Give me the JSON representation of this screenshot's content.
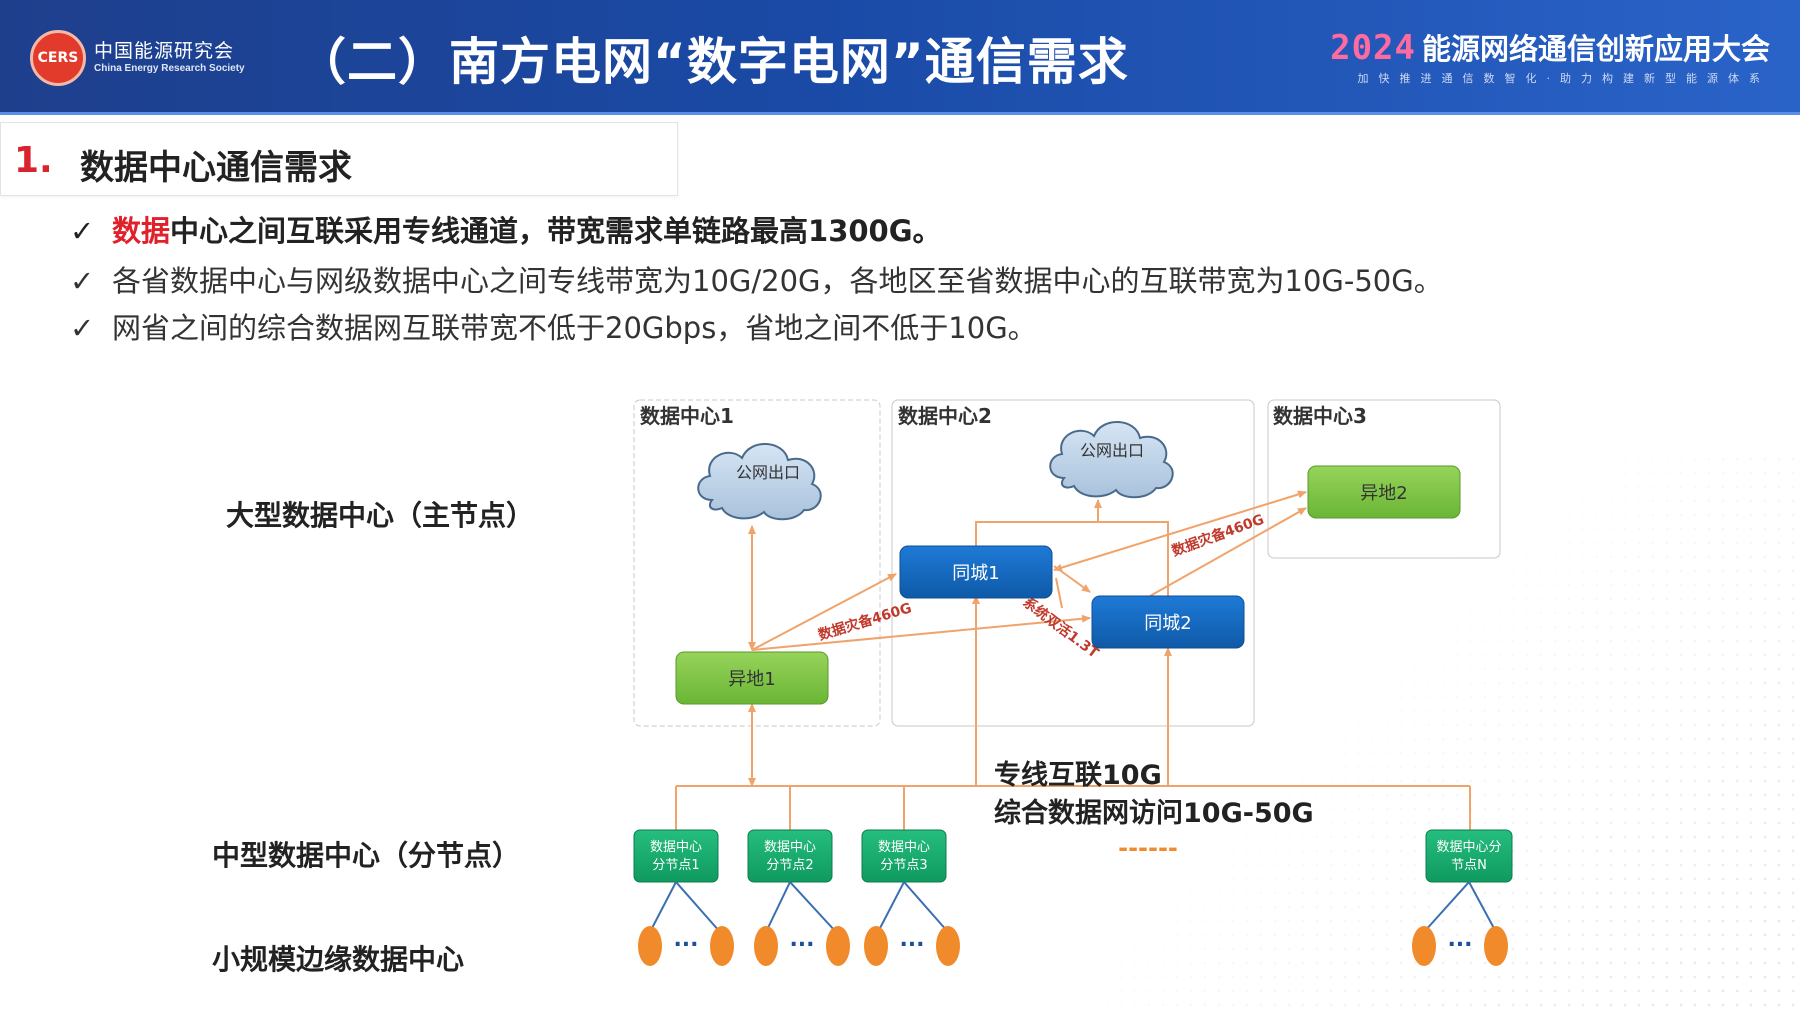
{
  "header": {
    "logo_badge": "CERS",
    "logo_cn": "中国能源研究会",
    "logo_en": "China Energy Research Society",
    "title": "（二）南方电网“数字电网”通信需求",
    "conf_year": "2024",
    "conf_name": "能源网络通信创新应用大会",
    "conf_sub": "加快推进通信数智化·助力构建新型能源体系"
  },
  "section": {
    "number": "1.",
    "title": "数据中心通信需求"
  },
  "bullets": {
    "check": "✓",
    "b1_red": "数据",
    "b1_rest": "中心之间互联采用专线通道，带宽需求单链路最高1300G。",
    "b2": "各省数据中心与网级数据中心之间专线带宽为10G/20G，各地区至省数据中心的互联带宽为10G-50G。",
    "b3": "网省之间的综合数据网互联带宽不低于20Gbps，省地之间不低于10G。"
  },
  "row_labels": {
    "large": "大型数据中心（主节点）",
    "medium": "中型数据中心（分节点）",
    "small": "小规模边缘数据中心"
  },
  "diagram": {
    "dc1_label": "数据中心1",
    "dc2_label": "数据中心2",
    "dc3_label": "数据中心3",
    "cloud_label": "公网出口",
    "tongcheng1": "同城1",
    "tongcheng2": "同城2",
    "yidi1": "异地1",
    "yidi2": "异地2",
    "link_backup": "数据灾备460G",
    "link_sync": "系统双活1.3T",
    "zhuanxian": "专线互联10G",
    "zonghe": "综合数据网访问10G-50G",
    "branch_node_prefix": "数据中心",
    "branch_nodes": [
      "分节点1",
      "分节点2",
      "分节点3"
    ],
    "branch_last": [
      "数据中心分",
      "节点N"
    ],
    "ellipsis_dots": "...",
    "dashes": "------"
  },
  "colors": {
    "header_blue": "#1a4aa6",
    "accent_red": "#e0202a",
    "node_blue": "#1565c0",
    "node_green": "#7dc243",
    "node_teal": "#12a86b",
    "edge_orange": "#f0a36a",
    "leaf_orange": "#f08a2a",
    "link_label_red": "#c0392b"
  },
  "icons": [
    "check-icon",
    "cloud-icon",
    "cers-logo-icon"
  ]
}
